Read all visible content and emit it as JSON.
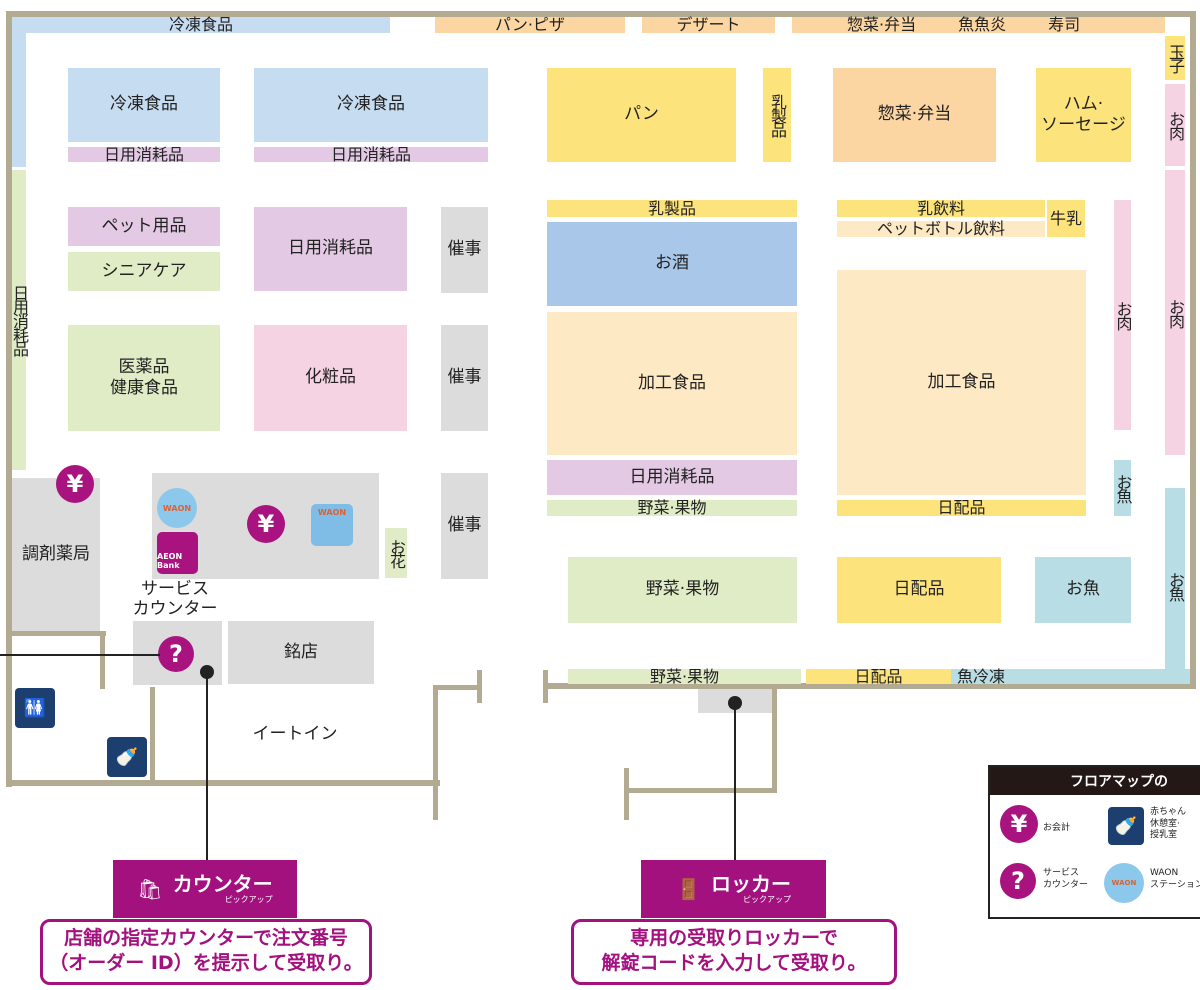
{
  "top_strips": {
    "frozen": "冷凍食品",
    "bread_pizza": "パン·ピザ",
    "dessert": "デザート",
    "deli_bento": "惣菜·弁当",
    "fish_shop": "魚魚炎",
    "sushi": "寿司",
    "eggs": "玉子"
  },
  "left_zone": {
    "frozen1": "冷凍食品",
    "daily1": "日用消耗品",
    "frozen2": "冷凍食品",
    "daily2": "日用消耗品",
    "pet": "ペット用品",
    "senior": "シニアケア",
    "daily3": "日用消耗品",
    "event1": "催事",
    "event2": "催事",
    "event3": "催事",
    "medicine": "医薬品\n健康食品",
    "cosmetics": "化粧品",
    "daily_vertical": "日用消耗品",
    "pharmacy": "調剤薬局",
    "flowers": "お花",
    "service_counter": "サービス\nカウンター",
    "shop": "銘店",
    "eat_in": "イートイン",
    "aeon_bank": "AEON Bank",
    "waon": "WAON"
  },
  "right_zone": {
    "bread": "パン",
    "dairy_v": "乳製品",
    "deli": "惣菜·弁当",
    "ham": "ハム·\nソーセージ",
    "meat_top": "お肉",
    "dairy": "乳製品",
    "sake": "お酒",
    "processed1": "加工食品",
    "daily": "日用消耗品",
    "veg1": "野菜·果物",
    "milk_drinks": "乳飲料",
    "pet_bottle": "ペットボトル飲料",
    "milk": "牛乳",
    "processed2": "加工食品",
    "chilled1": "日配品",
    "meat_inner": "お肉",
    "meat_outer": "お肉",
    "fish_inner": "お魚",
    "veg2": "野菜·果物",
    "chilled2": "日配品",
    "fish2": "お魚",
    "fish_outer": "お魚",
    "veg3": "野菜·果物",
    "chilled3": "日配品",
    "frozen_fish": "魚冷凍"
  },
  "pickup": {
    "counter_title": "カウンター",
    "counter_sub": "ピックアップ",
    "counter_desc": "店舗の指定カウンターで注文番号\n（オーダー ID）を提示して受取り。",
    "locker_title": "ロッカー",
    "locker_sub": "ピックアップ",
    "locker_desc": "専用の受取りロッカーで\n解錠コードを入力して受取り。"
  },
  "legend": {
    "title": "フロアマップの",
    "checkout": "お会計",
    "baby": "赤ちゃん\n休憩室·\n授乳室",
    "service": "サービス\nカウンター",
    "waon": "WAON\nステーション"
  },
  "colors": {
    "accent": "#a3117f",
    "wall": "#b3aa92",
    "navy": "#1d3f70"
  }
}
